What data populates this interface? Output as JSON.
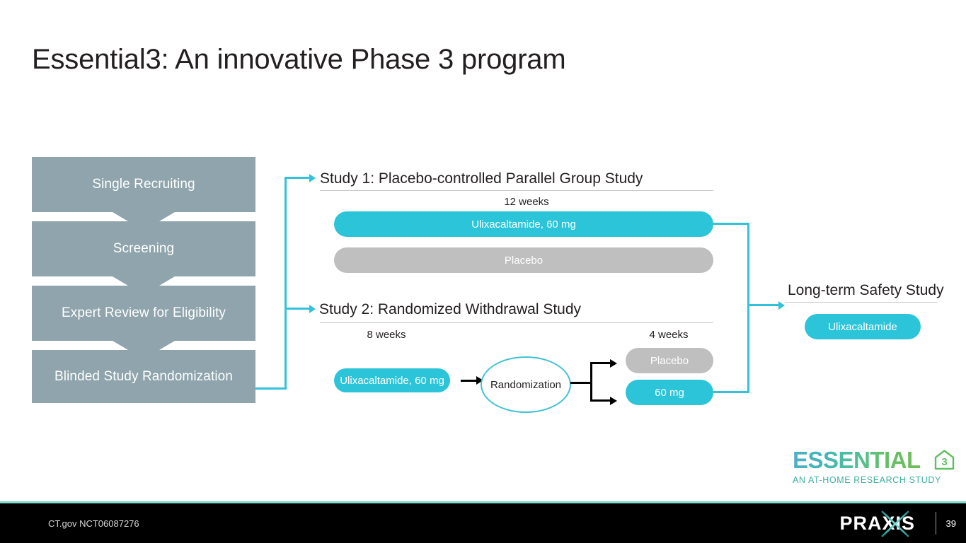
{
  "slide": {
    "title": "Essential3: An innovative Phase 3 program",
    "page_number": "39"
  },
  "colors": {
    "teal": "#2BC4D8",
    "teal_line": "#33C1DC",
    "slate_gray": "#8FA4AC",
    "placebo_gray": "#BFBFBF",
    "footer_accent": "#7FD9C9",
    "text_dark": "#231f20"
  },
  "flow": {
    "steps": [
      {
        "label": "Single Recruiting"
      },
      {
        "label": "Screening"
      },
      {
        "label": "Expert Review for Eligibility"
      },
      {
        "label": "Blinded Study Randomization"
      }
    ]
  },
  "study1": {
    "heading": "Study 1: Placebo-controlled Parallel Group Study",
    "duration_label": "12 weeks",
    "arms": [
      {
        "label": "Ulixacaltamide, 60 mg",
        "type": "treatment"
      },
      {
        "label": "Placebo",
        "type": "placebo"
      }
    ]
  },
  "study2": {
    "heading": "Study 2: Randomized Withdrawal Study",
    "duration_label_open": "8 weeks",
    "duration_label_randomized": "4 weeks",
    "open_label_arm": "Ulixacaltamide, 60 mg",
    "randomization_node": "Randomization",
    "arms": [
      {
        "label": "Placebo",
        "type": "placebo"
      },
      {
        "label": "60 mg",
        "type": "treatment"
      }
    ]
  },
  "long_term": {
    "heading": "Long-term Safety Study",
    "arm": "Ulixacaltamide"
  },
  "logo": {
    "wordmark": "ESSENTIAL",
    "badge": "3",
    "tagline": "AN AT-HOME RESEARCH STUDY"
  },
  "footer": {
    "registry": "CT.gov NCT06087276",
    "company": "PRAXIS",
    "page": "39"
  }
}
